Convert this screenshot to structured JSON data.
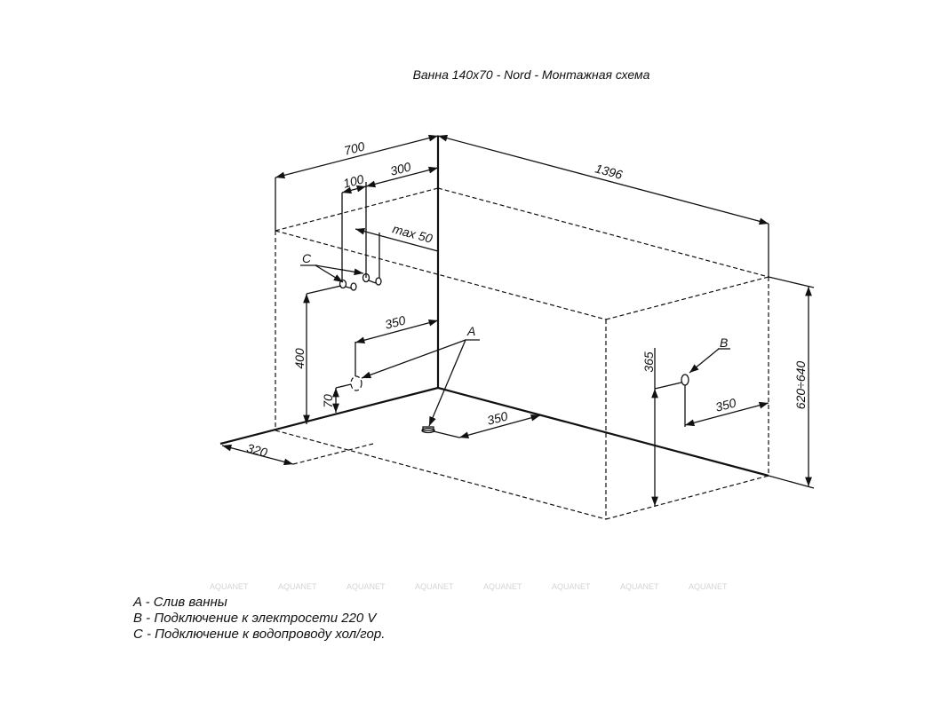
{
  "title": "Ванна 140x70 - Nord - Монтажная схема",
  "dimensions": {
    "width": "700",
    "length": "1396",
    "pipe_spacing": "100",
    "pipe_offset": "300",
    "max_depth": "max 50",
    "pipe_height": "400",
    "drain_offset_wall": "350",
    "drain_height": "70",
    "floor_offset": "320",
    "floor_drain_offset": "350",
    "electric_height": "365",
    "electric_offset": "350",
    "bath_height": "620÷640"
  },
  "labels": {
    "a": "A",
    "b": "B",
    "c": "C"
  },
  "watermark": [
    "AQUANET",
    "AQUANET",
    "AQUANET",
    "AQUANET",
    "AQUANET",
    "AQUANET",
    "AQUANET",
    "AQUANET"
  ],
  "legend": [
    "A - Слив ванны",
    "B - Подключение к электросети 220 V",
    "C - Подключение к водопроводу хол/гор."
  ]
}
